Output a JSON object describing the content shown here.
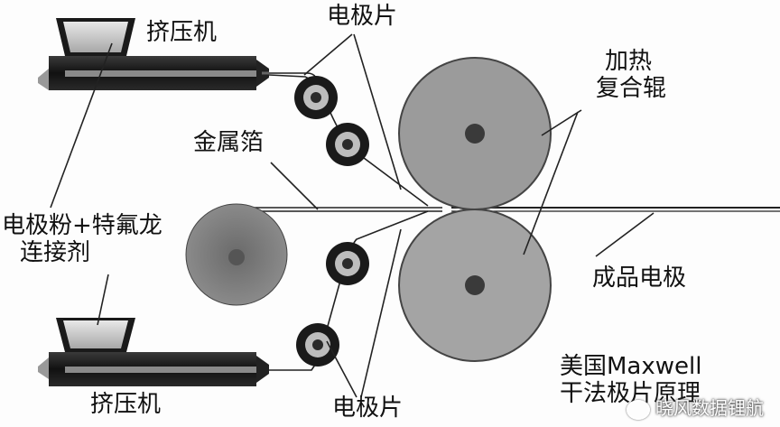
{
  "title": "美国Maxwell干法极片原理",
  "labels": {
    "extruder_top": "挤压机",
    "extruder_bottom": "挤压机",
    "electrode_sheet_top": "电极片",
    "electrode_sheet_bottom": "电极片",
    "heated_roller_line1": "加热",
    "heated_roller_line2": "复合辊",
    "metal_foil": "金属箔",
    "powder_binder_line1": "电极粉+特氟龙",
    "powder_binder_line2": "连接剂",
    "finished_electrode": "成品电极",
    "caption_line1": "美国Maxwell",
    "caption_line2": "干法极片原理"
  },
  "watermark": "晓风数据锂航"
}
